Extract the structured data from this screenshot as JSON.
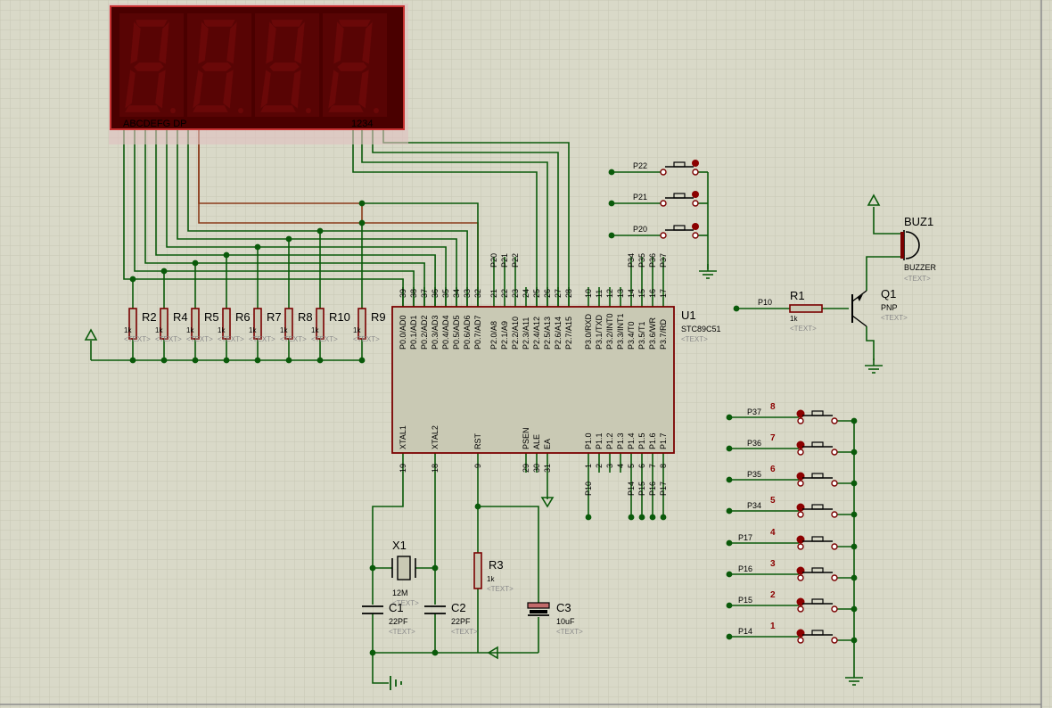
{
  "display": {
    "seg_label": "ABCDEFG DP",
    "digit_label": "1234"
  },
  "resistor_array": [
    {
      "ref": "R2",
      "val": "1k"
    },
    {
      "ref": "R4",
      "val": "1k"
    },
    {
      "ref": "R5",
      "val": "1k"
    },
    {
      "ref": "R6",
      "val": "1k"
    },
    {
      "ref": "R7",
      "val": "1k"
    },
    {
      "ref": "R8",
      "val": "1k"
    },
    {
      "ref": "R10",
      "val": "1k"
    },
    {
      "ref": "R9",
      "val": "1k"
    }
  ],
  "text_placeholder": "<TEXT>",
  "mcu": {
    "ref": "U1",
    "part": "STC89C51",
    "left_pins": {
      "nums": [
        "39",
        "38",
        "37",
        "36",
        "35",
        "34",
        "33",
        "32"
      ],
      "names": [
        "P0.0/AD0",
        "P0.1/AD1",
        "P0.2/AD2",
        "P0.3/AD3",
        "P0.4/AD4",
        "P0.5/AD5",
        "P0.6/AD6",
        "P0.7/AD7"
      ]
    },
    "p2_pins": {
      "nums": [
        "21",
        "22",
        "23",
        "24",
        "25",
        "26",
        "27",
        "28"
      ],
      "names": [
        "P2.0/A8",
        "P2.1/A9",
        "P2.2/A10",
        "P2.3/A11",
        "P2.4/A12",
        "P2.5/A13",
        "P2.6/A14",
        "P2.7/A15"
      ]
    },
    "p3_pins": {
      "nums": [
        "10",
        "11",
        "12",
        "13",
        "14",
        "15",
        "16",
        "17"
      ],
      "names": [
        "P3.0/RXD",
        "P3.1/TXD",
        "P3.2/INT0",
        "P3.3/INT1",
        "P3.4/T0",
        "P3.5/T1",
        "P3.6/WR",
        "P3.7/RD"
      ]
    },
    "p1_pins": {
      "nums": [
        "1",
        "2",
        "3",
        "4",
        "5",
        "6",
        "7",
        "8"
      ],
      "names": [
        "P1.0",
        "P1.1",
        "P1.2",
        "P1.3",
        "P1.4",
        "P1.5",
        "P1.6",
        "P1.7"
      ]
    },
    "bottom_pins": {
      "nums": [
        "19",
        "18",
        "9",
        "29",
        "30",
        "31"
      ],
      "names": [
        "XTAL1",
        "XTAL2",
        "RST",
        "PSEN",
        "ALE",
        "EA"
      ]
    },
    "p2_net_labels": [
      "P20",
      "P21",
      "P22"
    ],
    "p3_net_labels": [
      "P34",
      "P35",
      "P36",
      "P37"
    ],
    "p1_net_labels": [
      "P10",
      "P14",
      "P15",
      "P16",
      "P17"
    ]
  },
  "top_buttons": [
    {
      "net": "P22"
    },
    {
      "net": "P21"
    },
    {
      "net": "P20"
    }
  ],
  "buzzer": {
    "ref": "BUZ1",
    "part": "BUZZER",
    "r_ref": "R1",
    "r_val": "1k",
    "net": "P10",
    "q_ref": "Q1",
    "q_type": "PNP"
  },
  "crystal": {
    "ref": "X1",
    "val": "12M"
  },
  "c1": {
    "ref": "C1",
    "val": "22PF"
  },
  "c2": {
    "ref": "C2",
    "val": "22PF"
  },
  "r3": {
    "ref": "R3",
    "val": "1k"
  },
  "c3": {
    "ref": "C3",
    "val": "10uF"
  },
  "key_buttons": [
    {
      "net": "P37",
      "num": "8"
    },
    {
      "net": "P36",
      "num": "7"
    },
    {
      "net": "P35",
      "num": "6"
    },
    {
      "net": "P34",
      "num": "5"
    },
    {
      "net": "P17",
      "num": "4"
    },
    {
      "net": "P16",
      "num": "3"
    },
    {
      "net": "P15",
      "num": "2"
    },
    {
      "net": "P14",
      "num": "1"
    }
  ],
  "colors": {
    "wire": "#0a5a0a",
    "part": "#7a0000",
    "display_bg": "#4a0000",
    "segment": "#6a0808",
    "body": "#c9c9b4",
    "grid": "#c4c4b2",
    "text": "#000000",
    "placeholder": "#8a8a8a"
  }
}
